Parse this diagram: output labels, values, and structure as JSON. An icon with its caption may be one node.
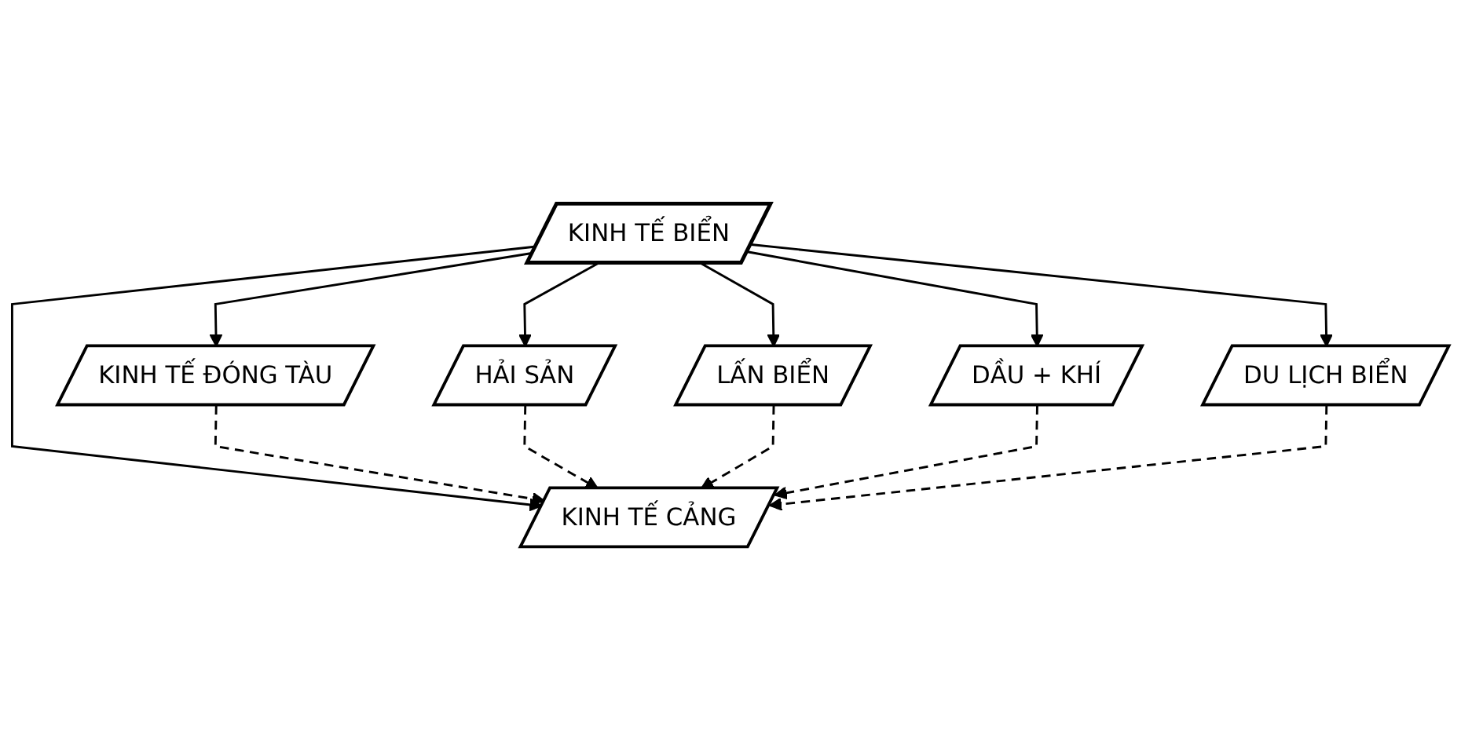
{
  "diagram": {
    "nodes": [
      {
        "text": [
          "KINH TẾ BIỂN"
        ]
      },
      {
        "text": [
          "HẢI SẢN"
        ]
      },
      {
        "text": [
          "KINH TẾ ĐÓNG TÀU"
        ]
      },
      {
        "text": [
          "KINH TẾ CẢNG"
        ]
      },
      {
        "text": [
          "LẤN BIỂN"
        ]
      },
      {
        "text": [
          "DẦU + KHÍ"
        ]
      },
      {
        "text": [
          "DU LỊCH BIỂN"
        ]
      }
    ],
    "edges": [
      {
        "from": 0,
        "to": 2,
        "arrow": "to"
      },
      {
        "from": 0,
        "to": 5,
        "arrow": "to"
      },
      {
        "from": 0,
        "to": 3,
        "arrow": "to"
      },
      {
        "from": 0,
        "to": 6,
        "arrow": "to"
      },
      {
        "from": 0,
        "to": 1,
        "arrow": "to"
      },
      {
        "from": 0,
        "to": 4,
        "arrow": "to"
      },
      {
        "from": 2,
        "to": 3,
        "arrow": "to",
        "style": "dashed"
      },
      {
        "from": 1,
        "to": 3,
        "arrow": "to",
        "style": "dashed"
      },
      {
        "from": 4,
        "to": 3,
        "arrow": "to",
        "style": "dashed"
      },
      {
        "from": 5,
        "to": 3,
        "arrow": "to",
        "style": "dashed"
      },
      {
        "from": 6,
        "to": 3,
        "arrow": "to",
        "style": "dashed"
      }
    ]
  }
}
